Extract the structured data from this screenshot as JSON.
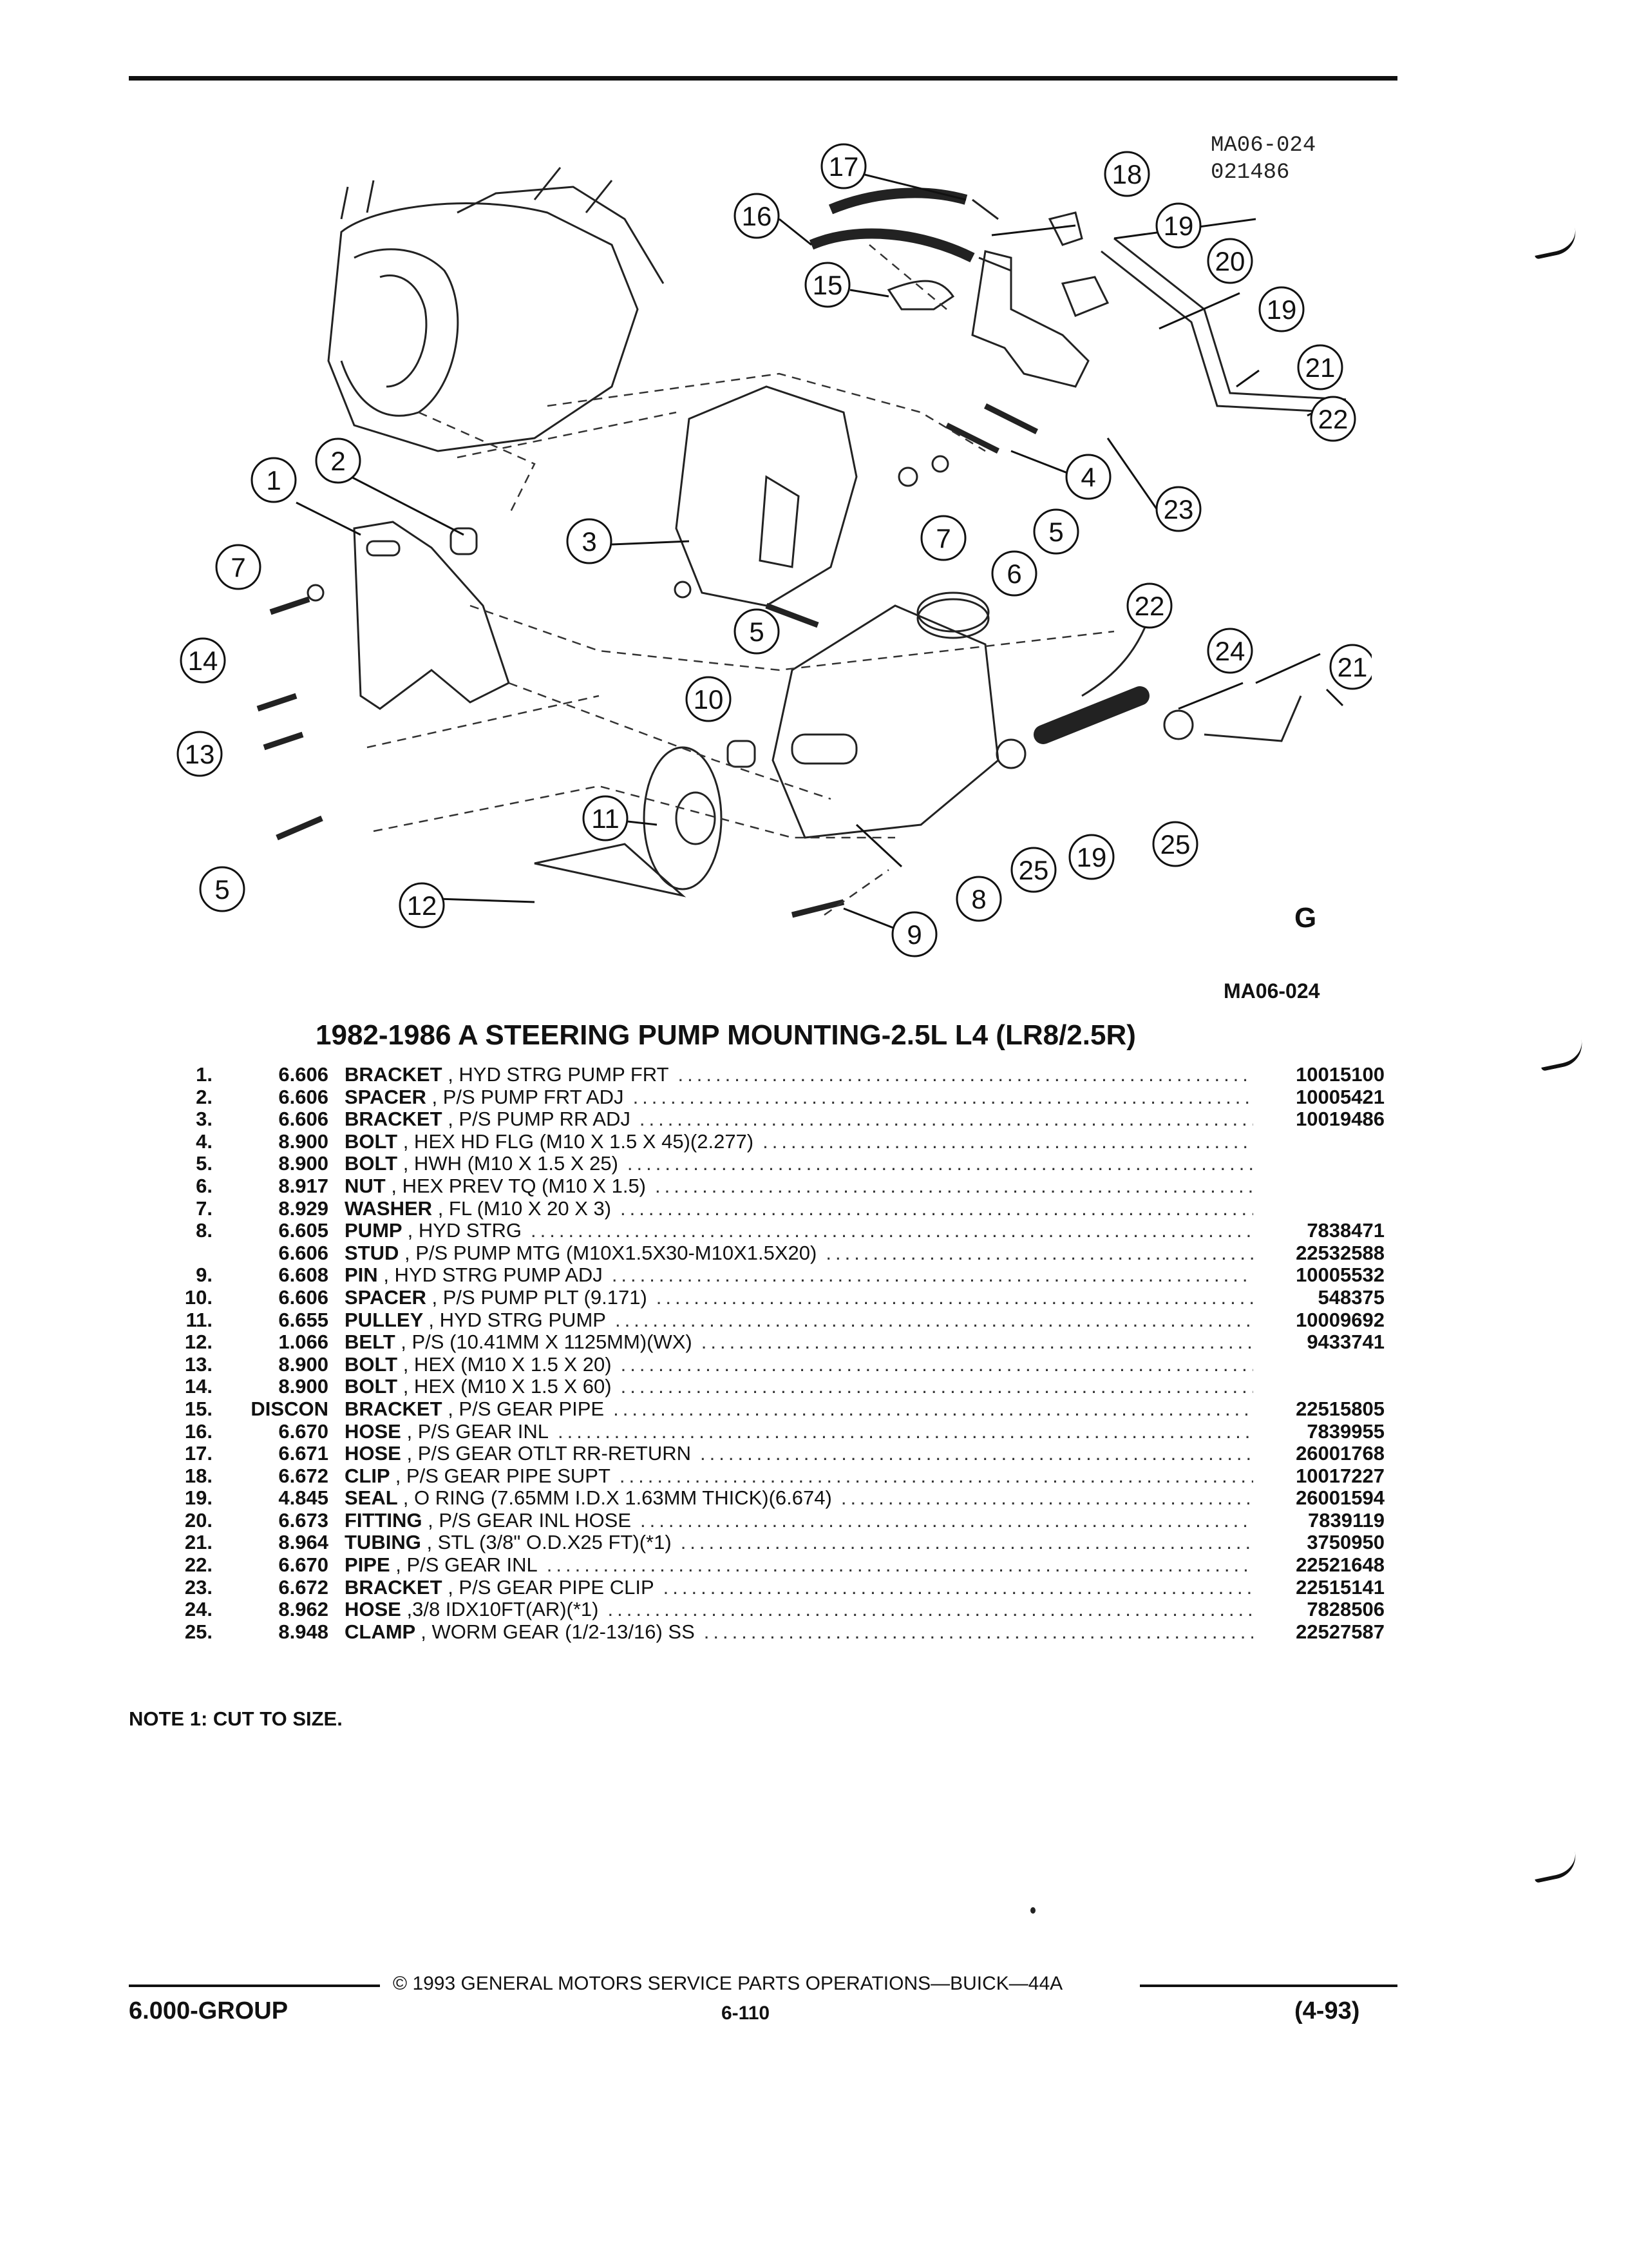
{
  "figure": {
    "code_line1": "MA06-024",
    "code_line2": "021486",
    "ref": "MA06-024",
    "logo": "G",
    "callouts": [
      "1",
      "2",
      "3",
      "4",
      "5",
      "5",
      "5",
      "6",
      "7",
      "7",
      "8",
      "9",
      "10",
      "11",
      "12",
      "13",
      "14",
      "15",
      "16",
      "17",
      "18",
      "19",
      "19",
      "19",
      "20",
      "21",
      "21",
      "22",
      "22",
      "23",
      "24",
      "25",
      "25"
    ]
  },
  "title": "1982-1986 A STEERING PUMP MOUNTING-2.5L L4 (LR8/2.5R)",
  "parts": [
    {
      "num": "1.",
      "group": "6.606",
      "name": "BRACKET",
      "desc": ", HYD STRG PUMP FRT",
      "pn": "10015100"
    },
    {
      "num": "2.",
      "group": "6.606",
      "name": "SPACER",
      "desc": ", P/S PUMP FRT ADJ",
      "pn": "10005421"
    },
    {
      "num": "3.",
      "group": "6.606",
      "name": "BRACKET",
      "desc": ", P/S PUMP RR ADJ",
      "pn": "10019486"
    },
    {
      "num": "4.",
      "group": "8.900",
      "name": "BOLT",
      "desc": ", HEX HD FLG (M10 X 1.5 X 45)(2.277)",
      "pn": ""
    },
    {
      "num": "5.",
      "group": "8.900",
      "name": "BOLT",
      "desc": ", HWH (M10 X 1.5 X 25)",
      "pn": ""
    },
    {
      "num": "6.",
      "group": "8.917",
      "name": "NUT",
      "desc": ", HEX PREV TQ (M10 X 1.5)",
      "pn": ""
    },
    {
      "num": "7.",
      "group": "8.929",
      "name": "WASHER",
      "desc": ", FL (M10 X 20 X 3)",
      "pn": ""
    },
    {
      "num": "8.",
      "group": "6.605",
      "name": "PUMP",
      "desc": ", HYD STRG",
      "pn": "7838471"
    },
    {
      "num": "",
      "group": "6.606",
      "name": "STUD",
      "desc": ", P/S PUMP MTG (M10X1.5X30-M10X1.5X20)",
      "pn": "22532588"
    },
    {
      "num": "9.",
      "group": "6.608",
      "name": "PIN",
      "desc": ", HYD STRG PUMP ADJ",
      "pn": "10005532"
    },
    {
      "num": "10.",
      "group": "6.606",
      "name": "SPACER",
      "desc": ", P/S PUMP PLT (9.171)",
      "pn": "548375"
    },
    {
      "num": "11.",
      "group": "6.655",
      "name": "PULLEY",
      "desc": ", HYD STRG PUMP",
      "pn": "10009692"
    },
    {
      "num": "12.",
      "group": "1.066",
      "name": "BELT",
      "desc": ", P/S (10.41MM X 1125MM)(WX)",
      "pn": "9433741"
    },
    {
      "num": "13.",
      "group": "8.900",
      "name": "BOLT",
      "desc": ", HEX (M10 X 1.5 X 20)",
      "pn": ""
    },
    {
      "num": "14.",
      "group": "8.900",
      "name": "BOLT",
      "desc": ", HEX (M10 X 1.5 X 60)",
      "pn": ""
    },
    {
      "num": "15.",
      "group": "DISCON",
      "name": "BRACKET",
      "desc": ", P/S GEAR PIPE",
      "pn": "22515805"
    },
    {
      "num": "16.",
      "group": "6.670",
      "name": "HOSE",
      "desc": ", P/S GEAR INL",
      "pn": "7839955"
    },
    {
      "num": "17.",
      "group": "6.671",
      "name": "HOSE",
      "desc": ", P/S GEAR OTLT RR-RETURN",
      "pn": "26001768"
    },
    {
      "num": "18.",
      "group": "6.672",
      "name": "CLIP",
      "desc": ", P/S GEAR PIPE SUPT",
      "pn": "10017227"
    },
    {
      "num": "19.",
      "group": "4.845",
      "name": "SEAL",
      "desc": ", O RING (7.65MM I.D.X 1.63MM THICK)(6.674)",
      "pn": "26001594"
    },
    {
      "num": "20.",
      "group": "6.673",
      "name": "FITTING",
      "desc": ", P/S GEAR INL HOSE",
      "pn": "7839119"
    },
    {
      "num": "21.",
      "group": "8.964",
      "name": "TUBING",
      "desc": ", STL (3/8\" O.D.X25 FT)(*1)",
      "pn": "3750950"
    },
    {
      "num": "22.",
      "group": "6.670",
      "name": "PIPE",
      "desc": ", P/S GEAR INL",
      "pn": "22521648"
    },
    {
      "num": "23.",
      "group": "6.672",
      "name": "BRACKET",
      "desc": ", P/S GEAR PIPE CLIP",
      "pn": "22515141"
    },
    {
      "num": "24.",
      "group": "8.962",
      "name": "HOSE",
      "desc": ",3/8 IDX10FT(AR)(*1)",
      "pn": "7828506"
    },
    {
      "num": "25.",
      "group": "8.948",
      "name": "CLAMP",
      "desc": ", WORM GEAR (1/2-13/16) SS",
      "pn": "22527587"
    }
  ],
  "note": "NOTE  1:  CUT TO SIZE.",
  "footer": {
    "copyright": "© 1993  GENERAL MOTORS SERVICE PARTS OPERATIONS—BUICK—44A",
    "group": "6.000-GROUP",
    "page": "6-110",
    "date": "(4-93)"
  }
}
